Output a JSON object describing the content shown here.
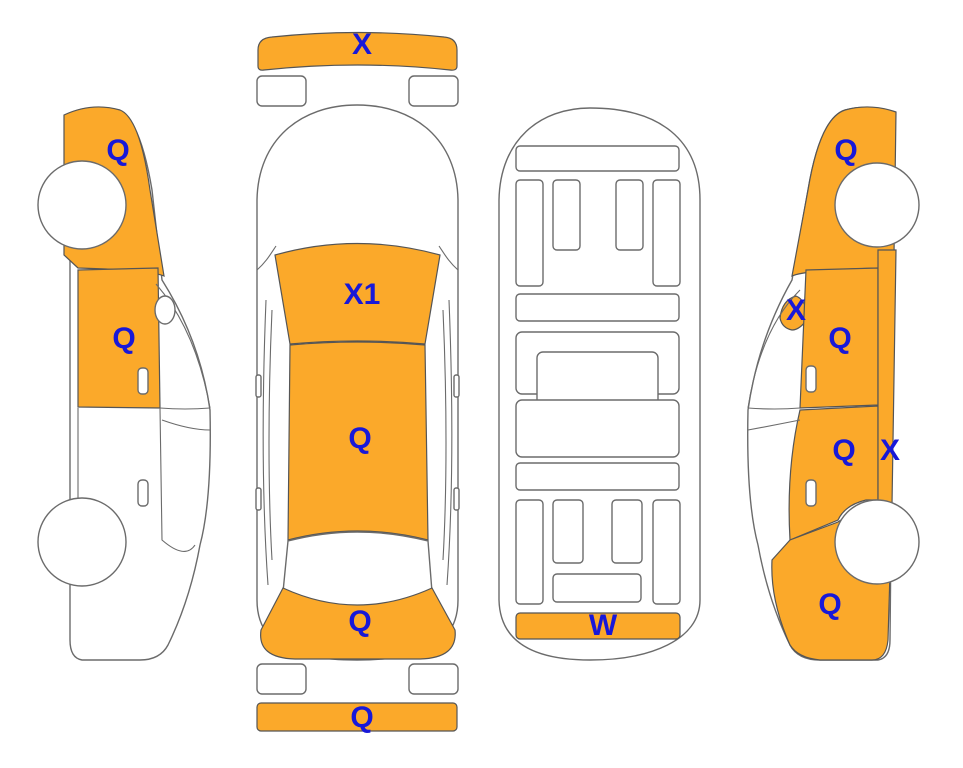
{
  "colors": {
    "damage_fill": "#FBA92A",
    "label": "#1818D8",
    "outline": "#6b6b6b"
  },
  "labels": {
    "front_bumper": "X",
    "hood": "X1",
    "roof": "Q",
    "trunk": "Q",
    "rear_bumper": "Q",
    "left_front_fender": "Q",
    "left_front_door": "Q",
    "right_rear_quarter": "Q",
    "right_mirror": "X",
    "right_front_door": "Q",
    "right_rear_door": "Q",
    "right_side_skirt": "X",
    "right_front_fender": "Q",
    "underbody_rear": "W"
  }
}
